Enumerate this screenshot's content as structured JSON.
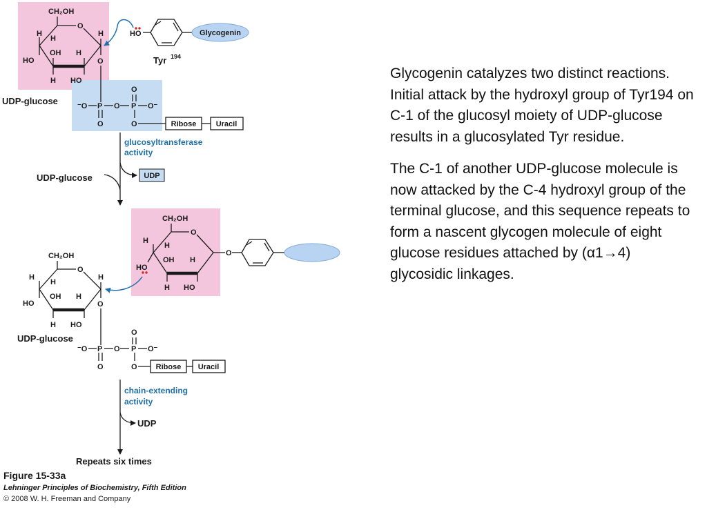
{
  "diagram": {
    "glucose_atoms": {
      "ch2oh": "CH₂OH",
      "ring_o": "O",
      "h": "H",
      "oh": "OH",
      "ho": "HO",
      "o": "O"
    },
    "tyr_oh_label": "HO",
    "glycogenin_label": "Glycogenin",
    "tyr_label": "Tyr",
    "tyr_number": "194",
    "udp_glucose_label_1": "UDP-glucose",
    "udp_glucose_label_2": "UDP-glucose",
    "udp_glucose_label_3": "UDP-glucose",
    "phosphate": {
      "o_minus_left": "⁻O",
      "p": "P",
      "o": "O",
      "o_minus_right": "O⁻"
    },
    "ribose_label": "Ribose",
    "uracil_label": "Uracil",
    "glucosyltransferase_line1": "glucosyltransferase",
    "glucosyltransferase_line2": "activity",
    "udp_product_1": "UDP",
    "chain_extending_line1": "chain-extending",
    "chain_extending_line2": "activity",
    "udp_product_2": "UDP",
    "repeats_label": "Repeats six times",
    "colors": {
      "pink": "#f3c6dd",
      "blue": "#c6dcf3",
      "ellipse": "#b9d4f2",
      "arrow_blue": "#1f6fa8",
      "electron_red": "#d62828"
    }
  },
  "caption": {
    "figure": "Figure 15-33a",
    "book": "Lehninger Principles of Biochemistry, Fifth Edition",
    "copyright": "© 2008 W. H. Freeman and Company"
  },
  "text": {
    "paragraph1": "Glycogenin catalyzes two distinct reactions. Initial attack by the hydroxyl group of Tyr194 on C-1 of the glucosyl moiety of UDP-glucose results in a glucosylated Tyr residue.",
    "paragraph2": "The C-1 of another UDP-glucose molecule is now attacked by the C-4 hydroxyl group of the terminal glucose, and this sequence repeats to form a nascent glycogen molecule of eight glucose residues attached by (α1→4) glycosidic linkages."
  }
}
